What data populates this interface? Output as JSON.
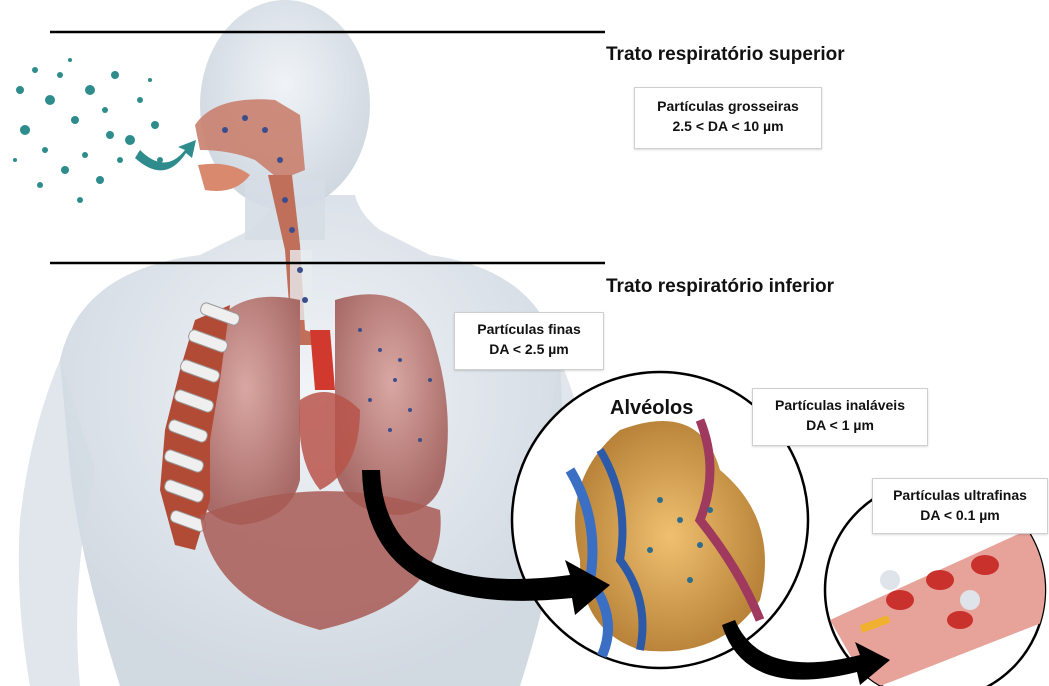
{
  "labels": {
    "upper_tract": "Trato respiratório superior",
    "lower_tract": "Trato respiratório inferior",
    "alveoli": "Alvéolos"
  },
  "boxes": {
    "coarse": {
      "line1": "Partículas grosseiras",
      "line2": "2.5 < DA < 10 µm"
    },
    "fine": {
      "line1": "Partículas finas",
      "line2": "DA < 2.5 µm"
    },
    "inhalable": {
      "line1": "Partículas inaláveis",
      "line2": "DA < 1 µm"
    },
    "ultrafine": {
      "line1": "Partículas ultrafinas",
      "line2": "DA < 0.1 µm"
    }
  },
  "colors": {
    "particle": "#2e8c8c",
    "lung": "#c98a86",
    "muscle": "#b5503c",
    "bone": "#e8e8e8",
    "body": "#d7dee6",
    "arrow": "#000000"
  }
}
